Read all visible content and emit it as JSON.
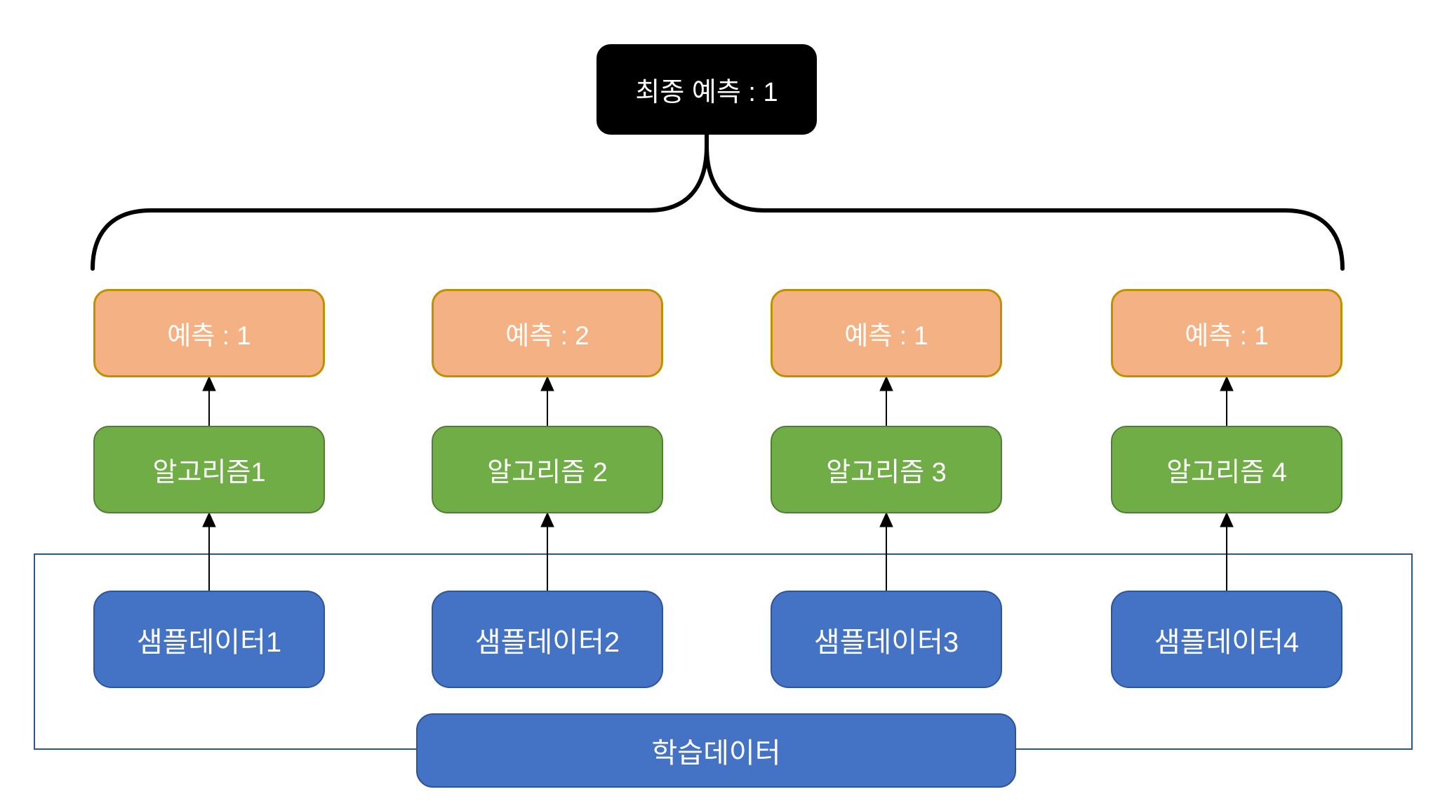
{
  "diagram": {
    "title_semantic": "bagging-ensemble-diagram",
    "final_prediction_label": "최종 예측 : 1",
    "training_data_label": "학습데이터",
    "columns": [
      {
        "prediction": "예측 : 1",
        "algorithm": "알고리즘1",
        "sample": "샘플데이터1"
      },
      {
        "prediction": "예측 : 2",
        "algorithm": "알고리즘 2",
        "sample": "샘플데이터2"
      },
      {
        "prediction": "예측 : 1",
        "algorithm": "알고리즘 3",
        "sample": "샘플데이터3"
      },
      {
        "prediction": "예측 : 1",
        "algorithm": "알고리즘 4",
        "sample": "샘플데이터4"
      }
    ],
    "colors": {
      "black_fill": "#000000",
      "orange_fill": "#F4B183",
      "orange_border": "#BF9000",
      "green_fill": "#70AD47",
      "green_border": "#507E32",
      "blue_fill": "#4472C4",
      "blue_border": "#2F5597",
      "outline_border": "#2F5597",
      "connector": "#000000",
      "text": "#FFFFFF"
    }
  }
}
